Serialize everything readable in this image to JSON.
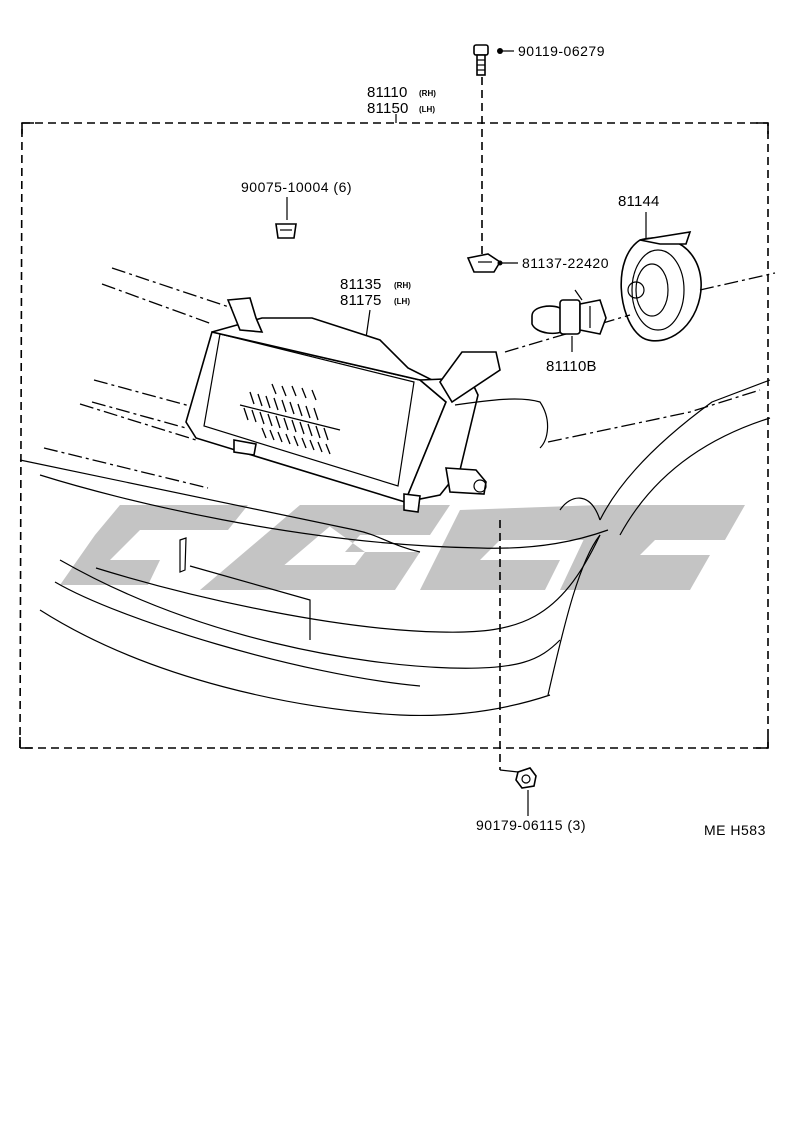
{
  "assembly": {
    "part_main": "81110",
    "part_main_side": "(RH)",
    "part_alt": "81150",
    "part_alt_side": "(LH)"
  },
  "parts": {
    "screw_top": "90119-06279",
    "clip": "90075-10004 (6)",
    "nut_bracket": "81137-22420",
    "socket_cover": "81144",
    "unit_main": "81135",
    "unit_main_side": "(RH)",
    "unit_alt": "81175",
    "unit_alt_side": "(LH)",
    "bulb": "81110B",
    "nut_bottom": "90179-06115 (3)"
  },
  "drawing_code": "ME H583"
}
